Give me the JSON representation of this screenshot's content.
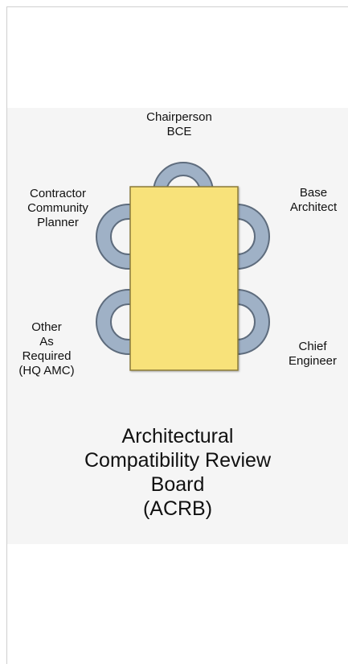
{
  "diagram": {
    "seats": {
      "top": "Chairperson\nBCE",
      "left_upper": "Contractor\nCommunity\nPlanner",
      "left_lower": "Other\nAs\nRequired\n(HQ AMC)",
      "right_upper": "Base\nArchitect",
      "right_lower": "Chief\nEngineer"
    },
    "title": "Architectural\nCompatibility Review\nBoard\n(ACRB)"
  },
  "colors": {
    "table_fill": "#f8e27a",
    "table_border": "#8a7a3a",
    "chair_fill": "#9fb1c6",
    "chair_stroke": "#5e6c7d",
    "panel_background": "#f5f5f5"
  }
}
